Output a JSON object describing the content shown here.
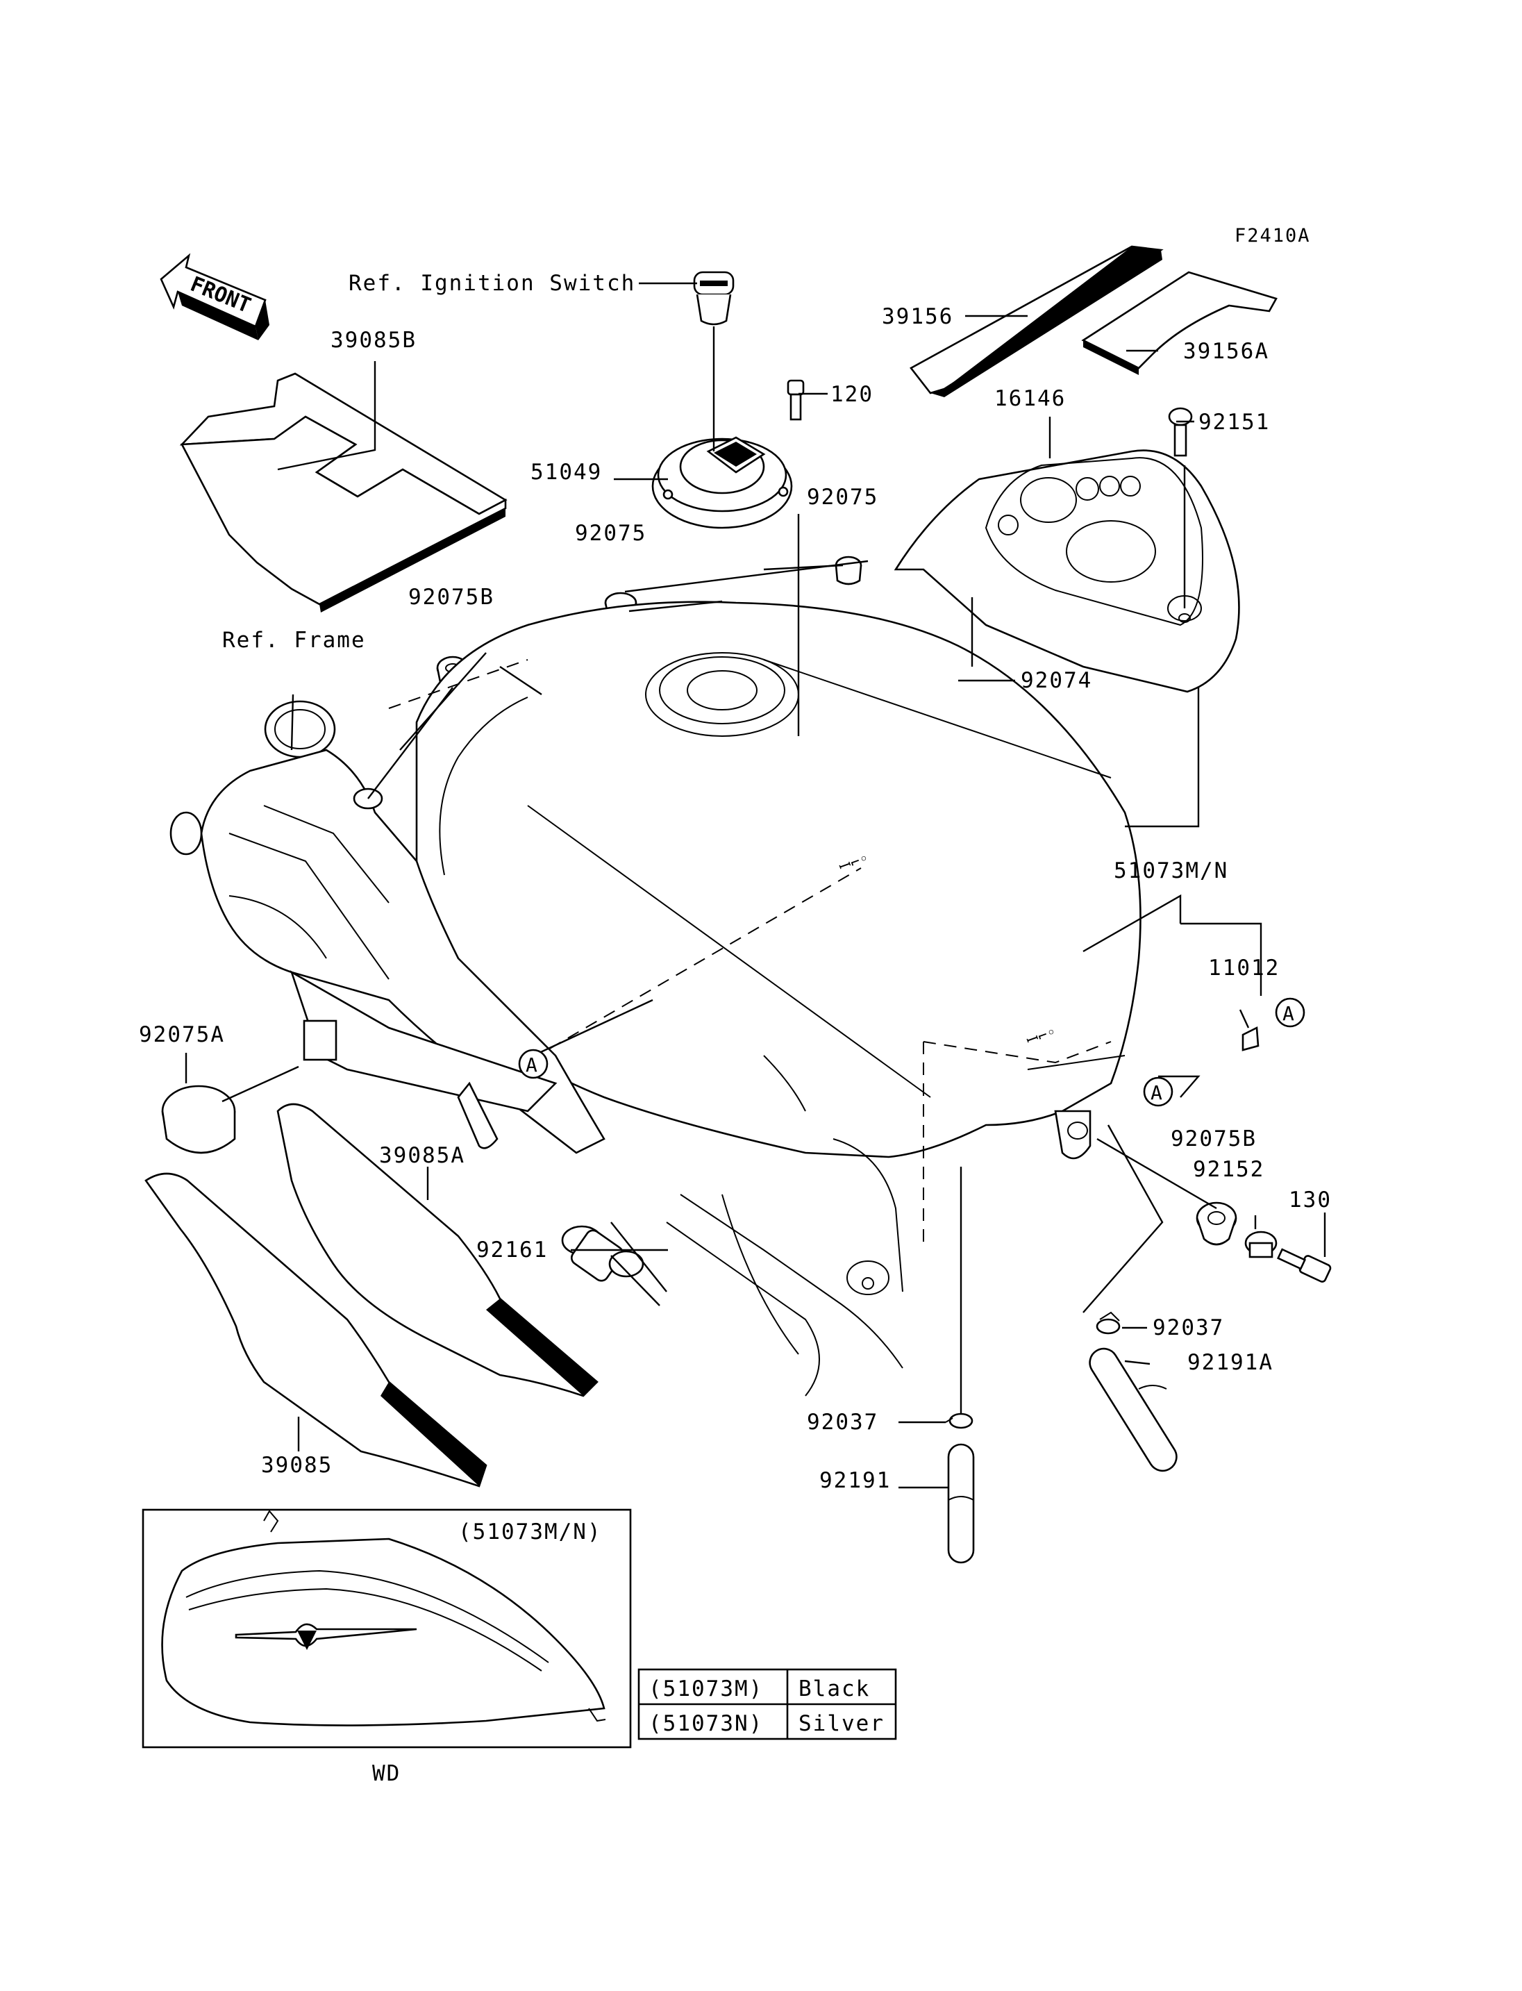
{
  "figure_code": "F2410A",
  "front_label": "FRONT",
  "parts": {
    "ref_ignition_switch": "Ref. Ignition Switch",
    "ref_frame": "Ref. Frame",
    "p39085B": "39085B",
    "p39156": "39156",
    "p39156A": "39156A",
    "p120": "120",
    "p16146": "16146",
    "p92151": "92151",
    "p51049": "51049",
    "p92075_left": "92075",
    "p92075_right": "92075",
    "p92075B_top": "92075B",
    "p92074": "92074",
    "p51073MN": "51073M/N",
    "p11012": "11012",
    "p92075A": "92075A",
    "p39085A": "39085A",
    "p92075B_bottom": "92075B",
    "p92152": "92152",
    "p130": "130",
    "p92161": "92161",
    "p92037_right": "92037",
    "p92191A": "92191A",
    "p92037_bottom": "92037",
    "p92191": "92191",
    "p39085": "39085"
  },
  "ref_marker": "A",
  "inset": {
    "title": "(51073M/N)",
    "caption": "WD"
  },
  "color_table": [
    {
      "code": "(51073M)",
      "color": "Black"
    },
    {
      "code": "(51073N)",
      "color": "Silver"
    }
  ]
}
